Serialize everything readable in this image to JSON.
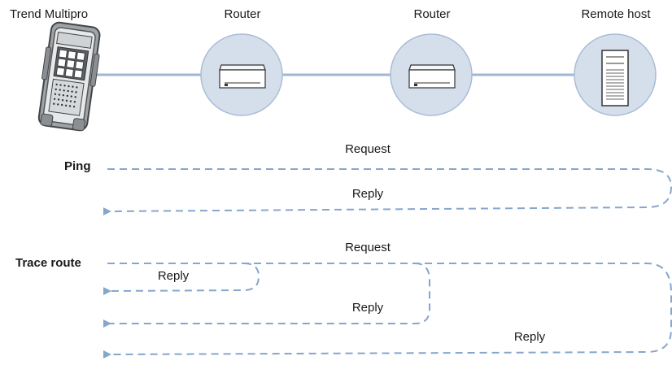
{
  "colors": {
    "connector": "#9fb7d4",
    "node_fill": "#d5dfec",
    "node_stroke": "#a9bcd6",
    "dash": "#86a6cc",
    "text": "#1a1a1a"
  },
  "nodes": [
    {
      "label": "Trend Multipro",
      "icon": "handheld-tester-icon"
    },
    {
      "label": "Router",
      "icon": "router-icon"
    },
    {
      "label": "Router",
      "icon": "router-icon"
    },
    {
      "label": "Remote host",
      "icon": "server-tower-icon"
    }
  ],
  "ping": {
    "title": "Ping",
    "request_label": "Request",
    "reply_label": "Reply"
  },
  "trace_route": {
    "title": "Trace route",
    "request_label": "Request",
    "replies": [
      "Reply",
      "Reply",
      "Reply"
    ]
  }
}
